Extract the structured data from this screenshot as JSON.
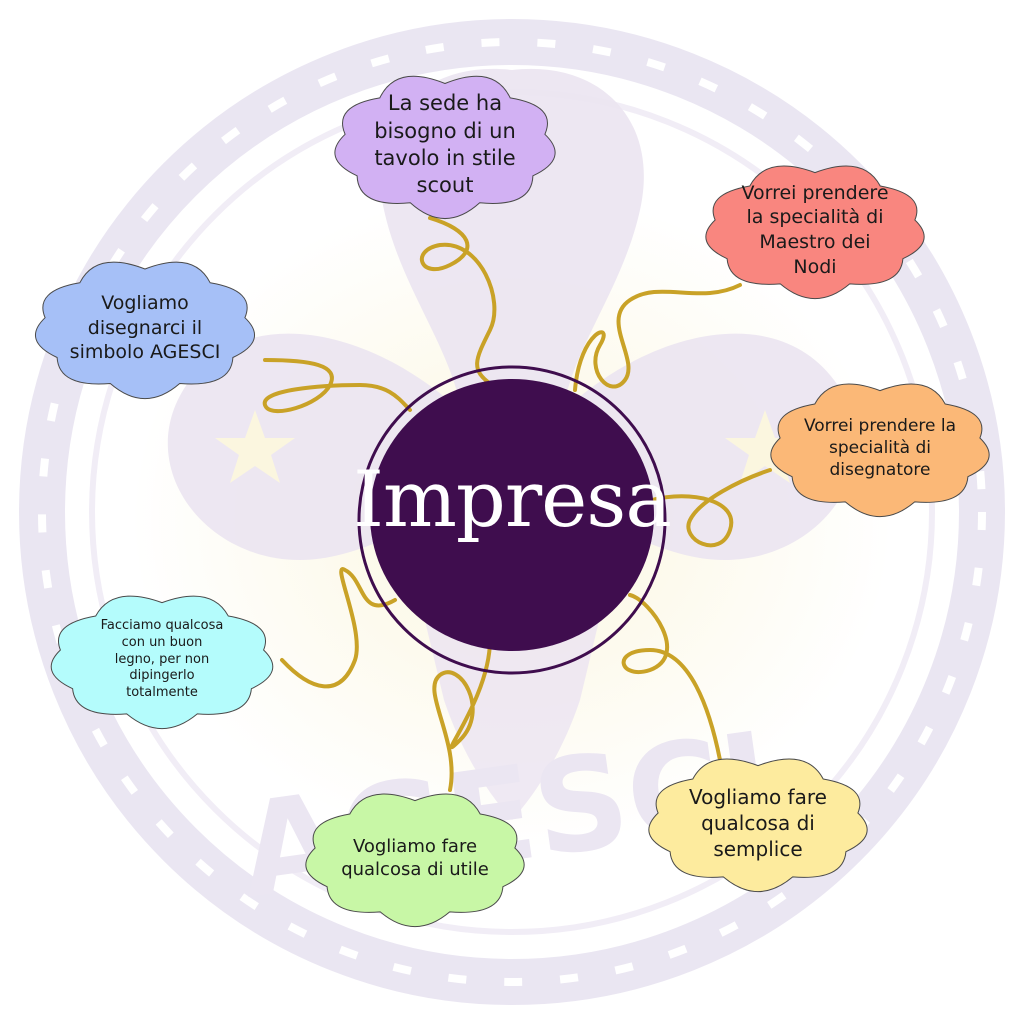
{
  "colors": {
    "background_ring": "#e7e2f0",
    "background_lily": "#ebe4f1",
    "background_glow": "#fbf6df",
    "center_fill": "#3f0d4e",
    "center_ring": "#3f0d4e",
    "curl": "#c9a227"
  },
  "center": {
    "title": "Impresa"
  },
  "ideas": [
    {
      "id": "top",
      "text": "La sede ha\nbisogno di un\ntavolo in stile\nscout",
      "color": "#d2b1f3"
    },
    {
      "id": "top-right",
      "text": "Vorrei prendere\nla specialità di\nMaestro dei\nNodi",
      "color": "#f9867f"
    },
    {
      "id": "top-left",
      "text": "Vogliamo\ndisegnarci il\nsimbolo AGESCI",
      "color": "#a6c0f7"
    },
    {
      "id": "right",
      "text": "Vorrei prendere la\nspecialità di\ndisegnatore",
      "color": "#fbb877"
    },
    {
      "id": "left",
      "text": "Facciamo qualcosa\ncon un buon\nlegno, per non\ndipingerlo\ntotalmente",
      "color": "#b4fcfc"
    },
    {
      "id": "bottom-right",
      "text": "Vogliamo fare\nqualcosa di\nsemplice",
      "color": "#fdeb9e"
    },
    {
      "id": "bottom",
      "text": "Vogliamo fare\nqualcosa di utile",
      "color": "#c8f7a6"
    }
  ],
  "watermark": {
    "text": "AGESCI"
  }
}
